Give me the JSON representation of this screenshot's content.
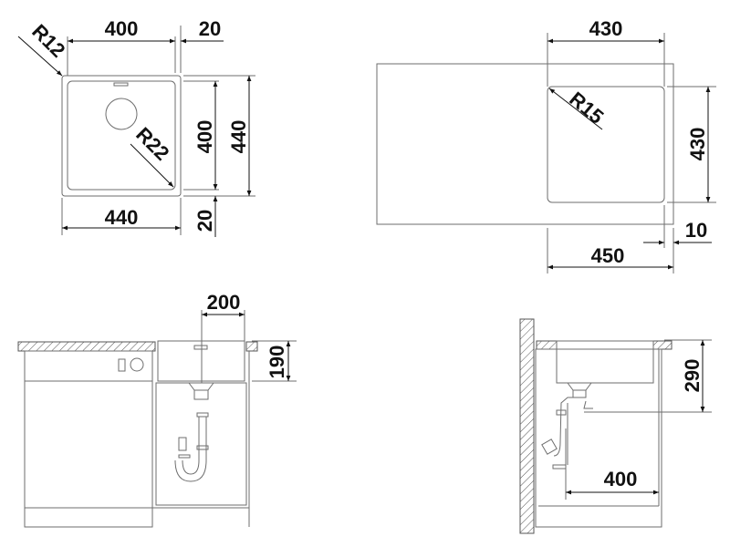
{
  "top_view": {
    "width_inner": "400",
    "rim_top": "20",
    "radius_outer": "R12",
    "radius_inner": "R22",
    "height_inner": "400",
    "height_outer": "440",
    "width_outer": "440",
    "rim_bottom": "20"
  },
  "worktop_view": {
    "width_bowl": "430",
    "radius": "R15",
    "height_bowl": "430",
    "width_cutout": "450",
    "offset": "10"
  },
  "side_view_front": {
    "drain_offset": "200",
    "depth": "190"
  },
  "side_view_section": {
    "depth_to_outlet": "290",
    "cabinet_width": "400"
  },
  "colors": {
    "line": "#6e6e6e",
    "dimension": "#111111"
  }
}
